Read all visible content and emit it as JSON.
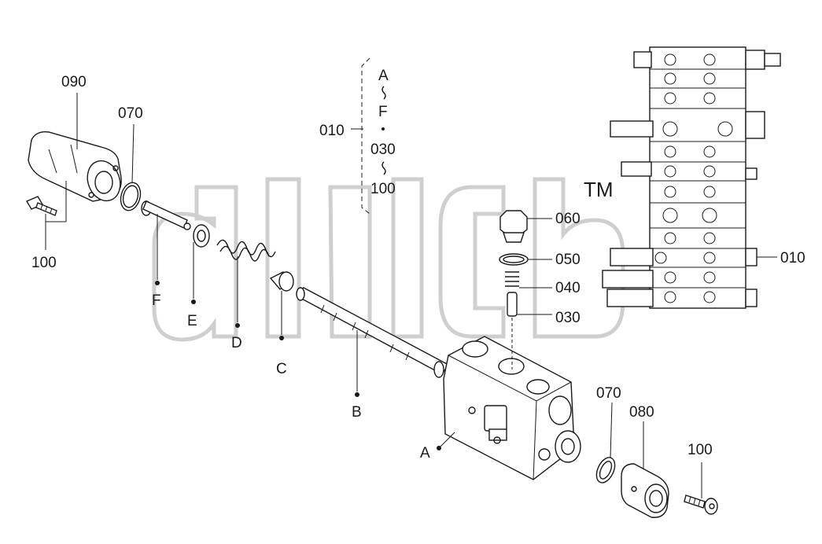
{
  "watermark": {
    "text": "aidb",
    "trademark": "TM"
  },
  "labels": {
    "p090": "090",
    "p070_left": "070",
    "p100_left": "100",
    "letter_f": "F",
    "letter_e": "E",
    "letter_d": "D",
    "letter_c": "C",
    "letter_b": "B",
    "letter_a": "A",
    "p010_group": "010",
    "group_a": "A",
    "group_f": "F",
    "group_030": "030",
    "group_100": "100",
    "p060": "060",
    "p050": "050",
    "p040": "040",
    "p030": "030",
    "p010_right": "010",
    "p070_right": "070",
    "p080": "080",
    "p100_right": "100"
  },
  "colors": {
    "ink": "#1a1a1a",
    "watermark": "#cfcfcf",
    "background": "#ffffff"
  }
}
